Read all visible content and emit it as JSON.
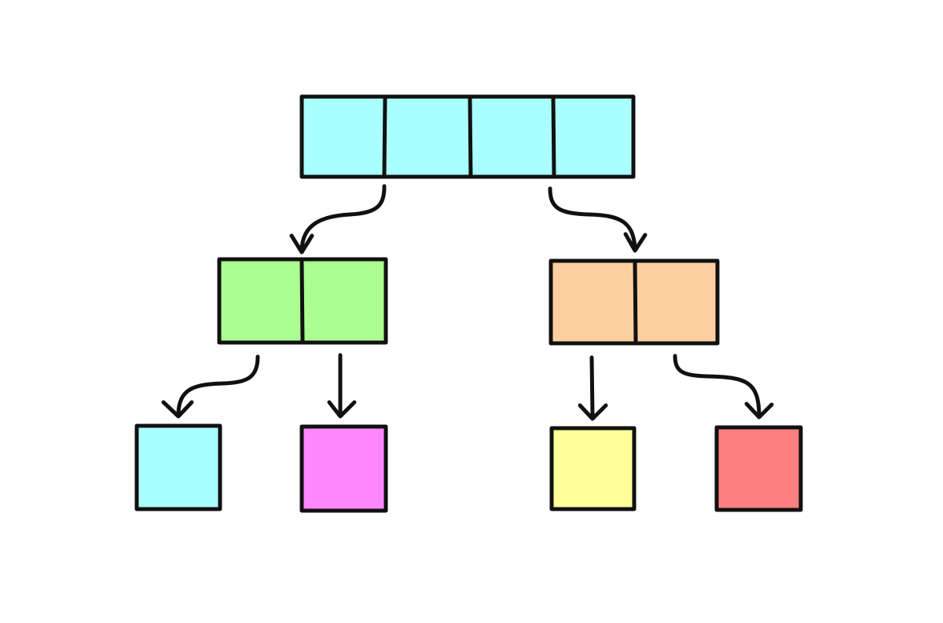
{
  "diagram": {
    "kind": "array split tree",
    "root": {
      "cells": 4,
      "color": "#aaffff"
    },
    "level_1": [
      {
        "cells": 2,
        "color": "#aaff90"
      },
      {
        "cells": 2,
        "color": "#fdcfa0"
      }
    ],
    "level_2": [
      {
        "cells": 1,
        "color": "#aaffff"
      },
      {
        "cells": 1,
        "color": "#ff88ff"
      },
      {
        "cells": 1,
        "color": "#ffff99"
      },
      {
        "cells": 1,
        "color": "#ff8080"
      }
    ],
    "stroke_color": "#111111",
    "background_color": "#ffffff"
  }
}
